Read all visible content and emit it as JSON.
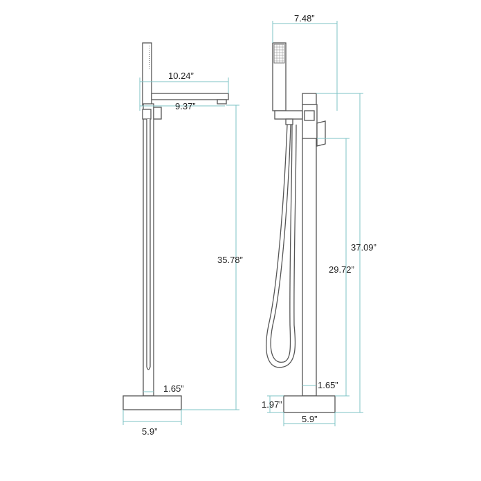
{
  "side_view": {
    "spout_reach": "10.24”",
    "spout_outlet_reach": "9.37”",
    "spout_height": "35.78”",
    "pipe_diameter": "1.65”",
    "base_width": "5.9”"
  },
  "front_view": {
    "overall_width": "7.48”",
    "overall_height": "37.09”",
    "handle_height": "29.72”",
    "pipe_diameter": "1.65”",
    "base_height": "1.97”",
    "base_width": "5.9”"
  },
  "colors": {
    "dimension": "#7cc3c6",
    "outline": "#555555"
  }
}
